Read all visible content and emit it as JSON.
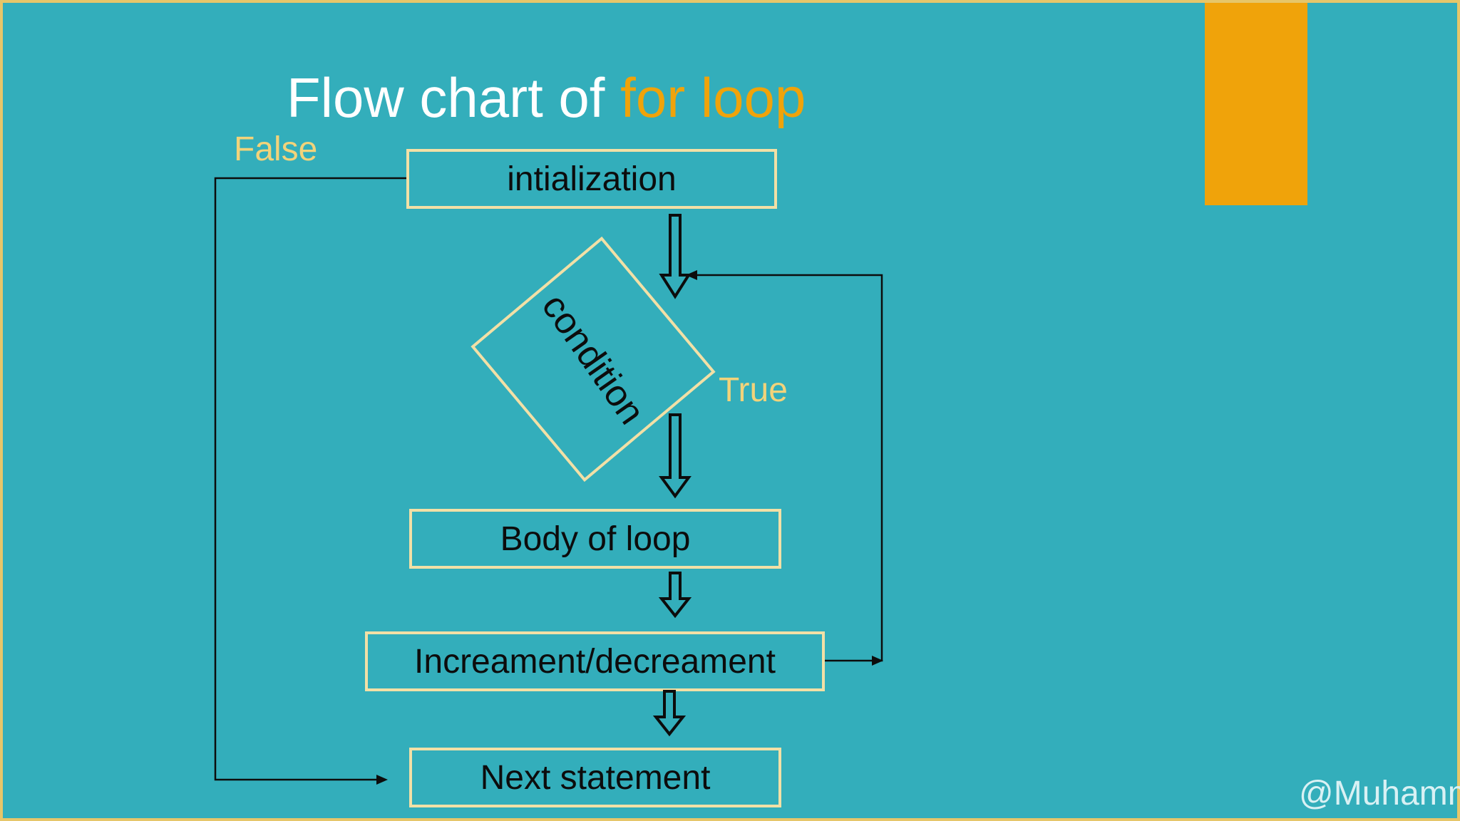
{
  "title": {
    "prefix": "Flow chart of ",
    "highlight": "for loop"
  },
  "nodes": {
    "initialization": "intialization",
    "condition": "condition",
    "body": "Body of loop",
    "update": "Increament/decreament",
    "next": "Next statement"
  },
  "edge_labels": {
    "false": "False",
    "true": "True"
  },
  "watermark": "@Muhamm",
  "colors": {
    "background": "#33aebb",
    "accent": "#f0a30a",
    "box_border": "#f2e0a6",
    "label": "#f2d37a",
    "title": "#ffffff"
  },
  "icons": [
    "hollow-down-arrow-icon",
    "line-arrow-icon"
  ]
}
